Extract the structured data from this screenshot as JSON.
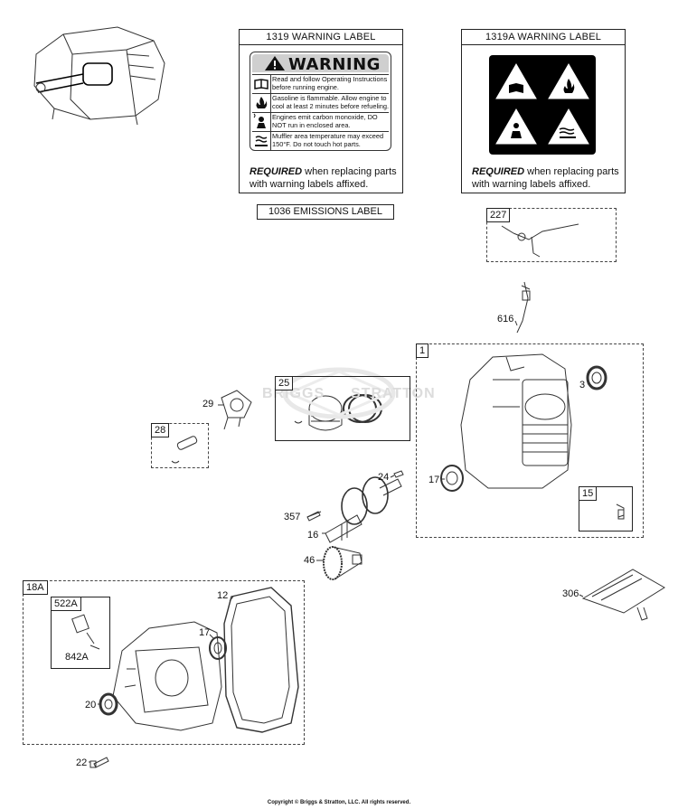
{
  "warning_label": {
    "title": "1319 WARNING LABEL",
    "heading": "WARNING",
    "lines": [
      "Read and follow Operating Instructions before running engine.",
      "Gasoline is flammable. Allow engine to cool at least 2 minutes before refueling.",
      "Engines emit carbon monoxide, DO NOT run in enclosed area.",
      "Muffler area temperature may exceed 150°F. Do not touch hot parts."
    ],
    "req_bold": "REQUIRED",
    "req_rest": " when replacing parts with warning labels affixed."
  },
  "warning_label_a": {
    "title": "1319A WARNING LABEL",
    "req_bold": "REQUIRED",
    "req_rest": " when replacing parts with warning labels affixed."
  },
  "emissions_label": {
    "title": "1036 EMISSIONS LABEL"
  },
  "watermark": {
    "left": "BRIGGS",
    "right": "STRATTON"
  },
  "parts": {
    "p227": "227",
    "p616": "616",
    "p1": "1",
    "p3": "3",
    "p25": "25",
    "p29": "29",
    "p28": "28",
    "p24": "24",
    "p17a": "17",
    "p15": "15",
    "p357": "357",
    "p16": "16",
    "p46": "46",
    "p18a": "18A",
    "p522a": "522A",
    "p842a": "842A",
    "p12": "12",
    "p17b": "17",
    "p20": "20",
    "p22": "22",
    "p306": "306"
  },
  "copyright": "Copyright © Briggs & Stratton, LLC. All rights reserved."
}
